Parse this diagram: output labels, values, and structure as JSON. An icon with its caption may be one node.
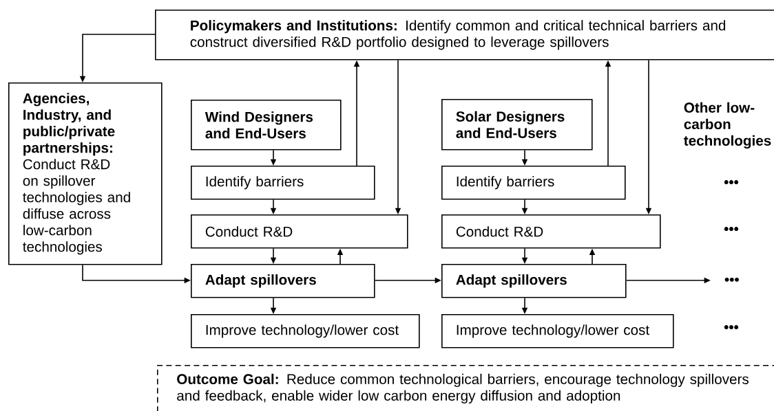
{
  "diagram": {
    "nodes": [
      {
        "text": [
          "**Policymakers and Institutions:** Identify common and critical technical barriers and construct diversified R&D portfolio designed to leverage spillovers"
        ]
      },
      {
        "text": [
          "**Agencies, Industry, and public/private partnerships:** Conduct R&D on spillover technologies and diffuse across low-carbon technologies"
        ]
      },
      {
        "text": [
          "Wind Designers and End-Users"
        ]
      },
      {
        "text": [
          "Identify barriers"
        ]
      },
      {
        "text": [
          "Conduct R&D"
        ]
      },
      {
        "text": [
          "Adapt spillovers"
        ]
      },
      {
        "text": [
          "Improve technology/lower cost"
        ]
      },
      {
        "text": [
          "Solar Designers and End-Users"
        ]
      },
      {
        "text": [
          "Identify barriers"
        ]
      },
      {
        "text": [
          "Conduct R&D"
        ]
      },
      {
        "text": [
          "Adapt spillovers"
        ]
      },
      {
        "text": [
          "Improve technology/lower cost"
        ]
      },
      {
        "text": [
          "•••"
        ]
      },
      {
        "text": [
          "**Outcome Goal:** Reduce common technological barriers, encourage technology spillovers and feedback, enable wider low carbon energy diffusion and adoption"
        ]
      }
    ],
    "edges": [
      {
        "from": 0,
        "to": 1,
        "arrow": "to"
      },
      {
        "from": 2,
        "to": 3,
        "arrow": "to"
      },
      {
        "from": 3,
        "to": 4,
        "arrow": "to"
      },
      {
        "from": 4,
        "to": 5,
        "arrow": "to"
      },
      {
        "from": 5,
        "to": 6,
        "arrow": "to"
      },
      {
        "from": 5,
        "to": 4,
        "arrow": "to"
      },
      {
        "from": 3,
        "to": 0,
        "arrow": "to"
      },
      {
        "from": 0,
        "to": 4,
        "arrow": "to"
      },
      {
        "from": 1,
        "to": 5,
        "arrow": "to"
      },
      {
        "from": 5,
        "to": 10,
        "arrow": "to"
      },
      {
        "from": 7,
        "to": 8,
        "arrow": "to"
      },
      {
        "from": 8,
        "to": 9,
        "arrow": "to"
      },
      {
        "from": 9,
        "to": 10,
        "arrow": "to"
      },
      {
        "from": 10,
        "to": 11,
        "arrow": "to"
      },
      {
        "from": 10,
        "to": 9,
        "arrow": "to"
      },
      {
        "from": 8,
        "to": 0,
        "arrow": "to"
      },
      {
        "from": 0,
        "to": 9,
        "arrow": "to"
      },
      {
        "from": 10,
        "to": 12,
        "arrow": "to"
      }
    ],
    "labels": [
      "Other low-carbon technologies",
      "•••",
      "•••",
      "•••"
    ]
  }
}
